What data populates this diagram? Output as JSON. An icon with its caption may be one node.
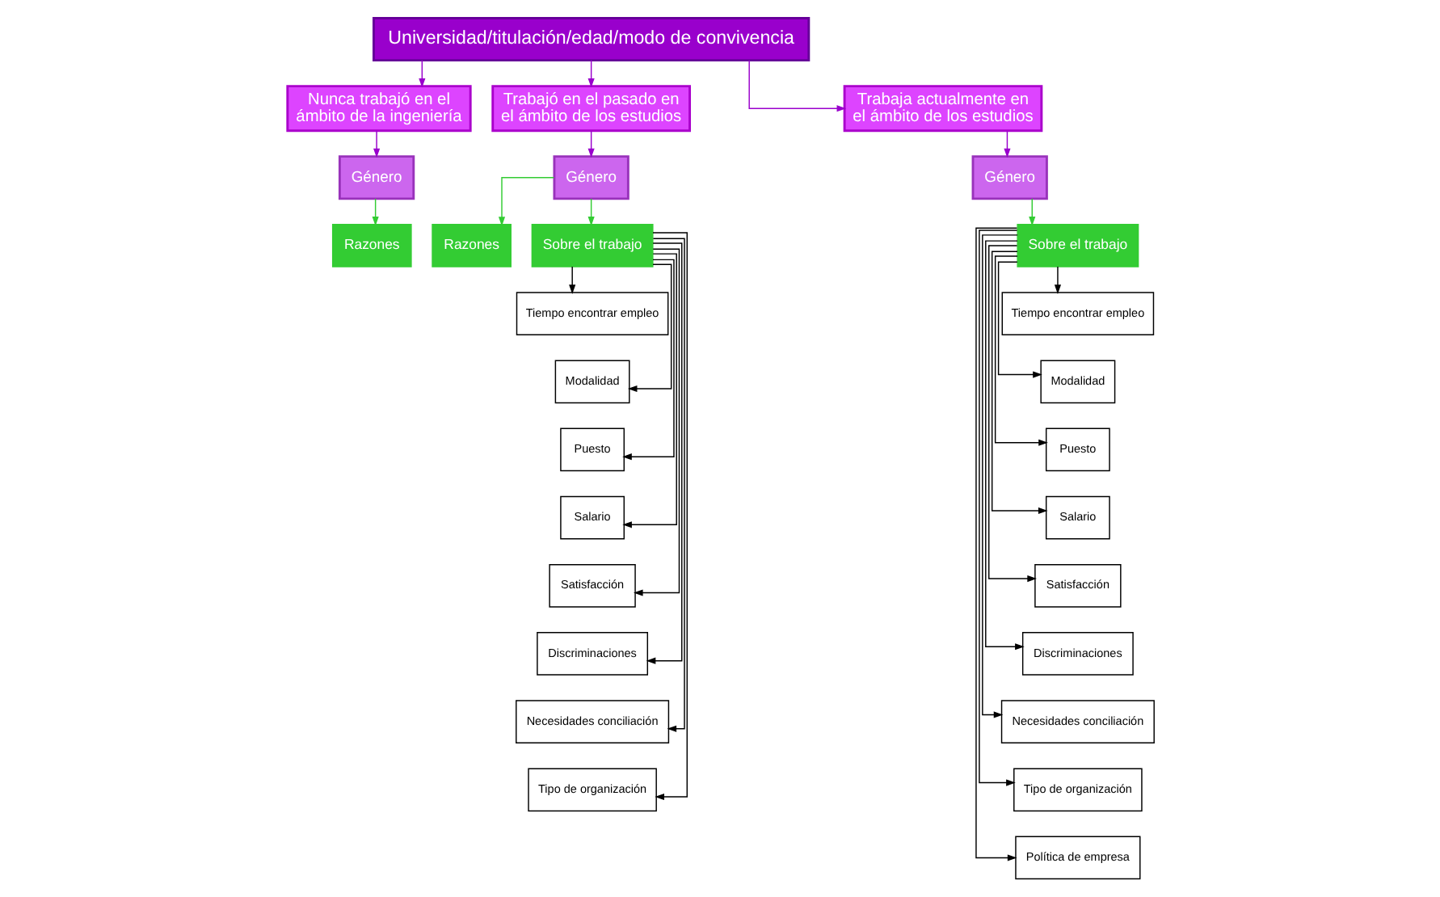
{
  "diagram": {
    "nodes": [
      {
        "text": [
          "Universidad/titulación/edad/modo de convivencia"
        ]
      },
      {
        "text": [
          "Nunca trabajó en el ámbito de la ingeniería"
        ]
      },
      {
        "text": [
          "Trabajó en el pasado en el ámbito de los estudios"
        ]
      },
      {
        "text": [
          "Trabaja actualmente en el ámbito de los estudios"
        ]
      },
      {
        "text": [
          "Género"
        ]
      },
      {
        "text": [
          "Razones"
        ]
      },
      {
        "text": [
          "Género"
        ]
      },
      {
        "text": [
          "Razones"
        ]
      },
      {
        "text": [
          "Sobre el trabajo"
        ]
      },
      {
        "text": [
          "Tiempo encontrar empleo"
        ]
      },
      {
        "text": [
          "Modalidad"
        ]
      },
      {
        "text": [
          "Puesto"
        ]
      },
      {
        "text": [
          "Salario"
        ]
      },
      {
        "text": [
          "Satisfacción"
        ]
      },
      {
        "text": [
          "Discriminaciones"
        ]
      },
      {
        "text": [
          "Necesidades conciliación"
        ]
      },
      {
        "text": [
          "Tipo de organización"
        ]
      },
      {
        "text": [
          "Género"
        ]
      },
      {
        "text": [
          "Sobre el trabajo"
        ]
      },
      {
        "text": [
          "Tiempo encontrar empleo"
        ]
      },
      {
        "text": [
          "Modalidad"
        ]
      },
      {
        "text": [
          "Puesto"
        ]
      },
      {
        "text": [
          "Salario"
        ]
      },
      {
        "text": [
          "Satisfacción"
        ]
      },
      {
        "text": [
          "Discriminaciones"
        ]
      },
      {
        "text": [
          "Necesidades conciliación"
        ]
      },
      {
        "text": [
          "Tipo de organización"
        ]
      },
      {
        "text": [
          "Política de empresa"
        ]
      }
    ],
    "edges": [
      {
        "from": 0,
        "to": 1,
        "arrow": "to",
        "color": "#9900cc"
      },
      {
        "from": 0,
        "to": 2,
        "arrow": "to",
        "color": "#9900cc"
      },
      {
        "from": 0,
        "to": 3,
        "arrow": "to",
        "color": "#9900cc"
      },
      {
        "from": 1,
        "to": 4,
        "arrow": "to",
        "color": "#9900cc"
      },
      {
        "from": 4,
        "to": 5,
        "arrow": "to",
        "color": "#33cc33"
      },
      {
        "from": 2,
        "to": 6,
        "arrow": "to",
        "color": "#9900cc"
      },
      {
        "from": 6,
        "to": 7,
        "arrow": "to",
        "color": "#33cc33"
      },
      {
        "from": 6,
        "to": 8,
        "arrow": "to",
        "color": "#33cc33"
      },
      {
        "from": 8,
        "to": 9,
        "arrow": "to"
      },
      {
        "from": 8,
        "to": 10,
        "arrow": "to"
      },
      {
        "from": 8,
        "to": 11,
        "arrow": "to"
      },
      {
        "from": 8,
        "to": 12,
        "arrow": "to"
      },
      {
        "from": 8,
        "to": 13,
        "arrow": "to"
      },
      {
        "from": 8,
        "to": 14,
        "arrow": "to"
      },
      {
        "from": 8,
        "to": 15,
        "arrow": "to"
      },
      {
        "from": 8,
        "to": 16,
        "arrow": "to"
      },
      {
        "from": 3,
        "to": 17,
        "arrow": "to",
        "color": "#9900cc"
      },
      {
        "from": 17,
        "to": 18,
        "arrow": "to",
        "color": "#33cc33"
      },
      {
        "from": 18,
        "to": 19,
        "arrow": "to"
      },
      {
        "from": 18,
        "to": 20,
        "arrow": "to"
      },
      {
        "from": 18,
        "to": 21,
        "arrow": "to"
      },
      {
        "from": 18,
        "to": 22,
        "arrow": "to"
      },
      {
        "from": 18,
        "to": 23,
        "arrow": "to"
      },
      {
        "from": 18,
        "to": 24,
        "arrow": "to"
      },
      {
        "from": 18,
        "to": 25,
        "arrow": "to"
      },
      {
        "from": 18,
        "to": 26,
        "arrow": "to"
      },
      {
        "from": 18,
        "to": 27,
        "arrow": "to"
      }
    ]
  }
}
